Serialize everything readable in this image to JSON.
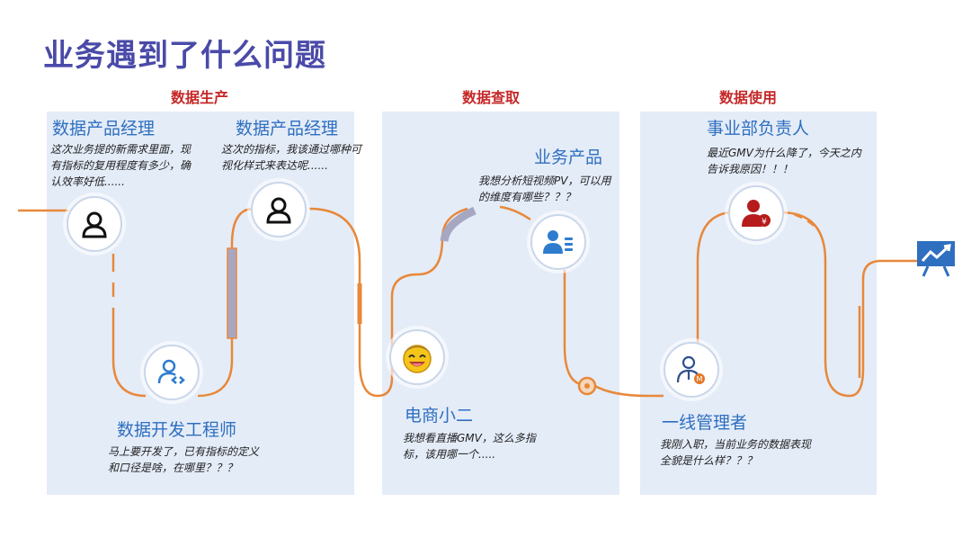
{
  "title": "业务遇到了什么问题",
  "sections": {
    "production": "数据生产",
    "query": "数据查取",
    "usage": "数据使用"
  },
  "personas": [
    {
      "role": "数据产品经理",
      "icon": "user-icon",
      "quote": "这次业务提的新需求里面，现有指标的复用程度有多少，确认效率好低......"
    },
    {
      "role": "数据产品经理",
      "icon": "user-icon",
      "quote": "这次的指标，我该通过哪种可视化样式来表达呢......"
    },
    {
      "role": "数据开发工程师",
      "icon": "developer-icon",
      "quote": "马上要开发了，已有指标的定义和口径是啥，在哪里？？？"
    },
    {
      "role": "业务产品",
      "icon": "business-card-icon",
      "quote": "我想分析短视频PV，可以用的维度有哪些？？？"
    },
    {
      "role": "电商小二",
      "icon": "smiley-avatar-icon",
      "quote": "我想看直播GMV，这么多指标，该用哪一个....."
    },
    {
      "role": "事业部负责人",
      "icon": "executive-icon",
      "quote": "最近GMV为什么降了，今天之内告诉我原因！！！"
    },
    {
      "role": "一线管理者",
      "icon": "manager-icon",
      "quote": "我刚入职，当前业务的数据表现全貌是什么样？？？"
    }
  ],
  "end_icon": "presentation-chart-icon",
  "colors": {
    "path": "#e8883a",
    "panel": "#e4ecf8",
    "title": "#4a4aa8",
    "section": "#c62828",
    "role": "#2f6fbf"
  }
}
